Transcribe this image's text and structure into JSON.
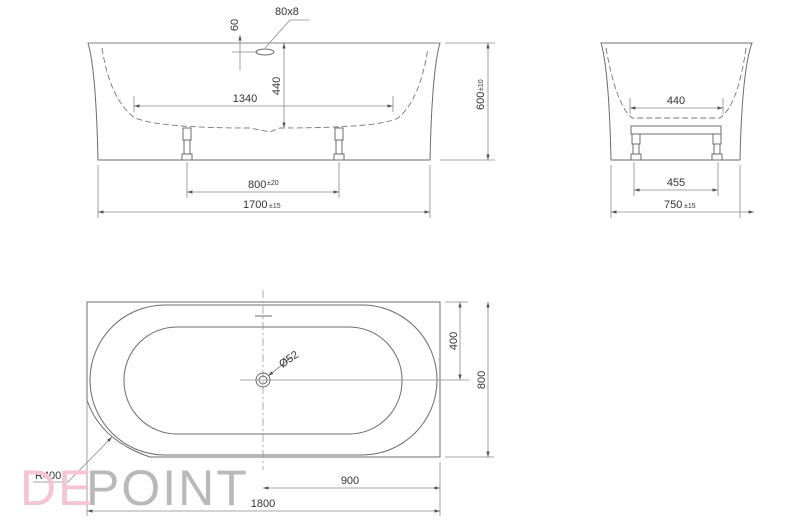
{
  "front_view": {
    "drain_offset": "60",
    "overflow_size": "80x8",
    "inner_width": "1340",
    "inner_depth": "440",
    "height": "600",
    "height_tol": "±10",
    "feet_spacing": "800",
    "feet_spacing_tol": "±20",
    "length": "1700",
    "length_tol": "±15"
  },
  "side_view": {
    "inner_width": "440",
    "feet_spacing": "455",
    "width": "750",
    "width_tol": "±15"
  },
  "top_view": {
    "drain_diameter": "Ø52",
    "drain_offset": "400",
    "width": "800",
    "drain_position": "900",
    "length": "1800",
    "corner_radius": "R400"
  },
  "logo": {
    "part1": "DE",
    "part2": "POINT",
    "colors": {
      "part1": "#f4c6d5",
      "part2": "#b9b9b9"
    }
  }
}
